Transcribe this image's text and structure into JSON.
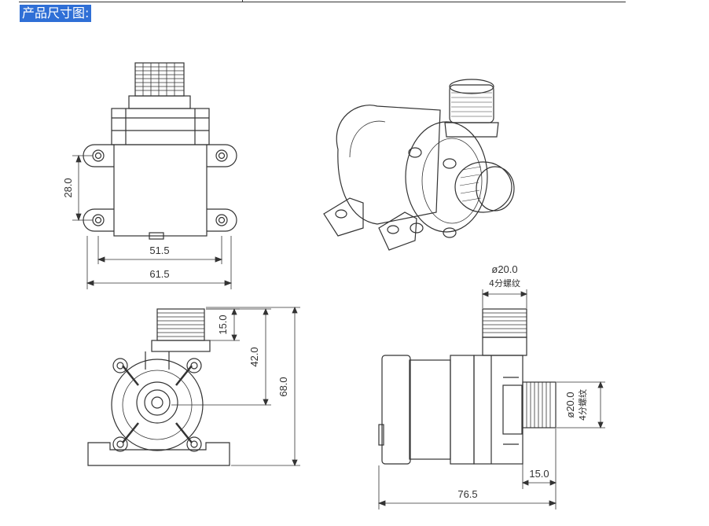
{
  "section_title": "产品尺寸图:",
  "dimensions": {
    "mount_hole_spacing": "28.0",
    "inner_width": "51.5",
    "overall_width": "61.5",
    "outlet_height": "15.0",
    "center_height": "42.0",
    "total_height": "68.0",
    "top_diameter": "ø20.0",
    "top_thread": "4分螺纹",
    "side_diameter": "ø20.0",
    "side_thread": "4分螺纹",
    "inlet_length": "15.0",
    "total_length": "76.5"
  }
}
